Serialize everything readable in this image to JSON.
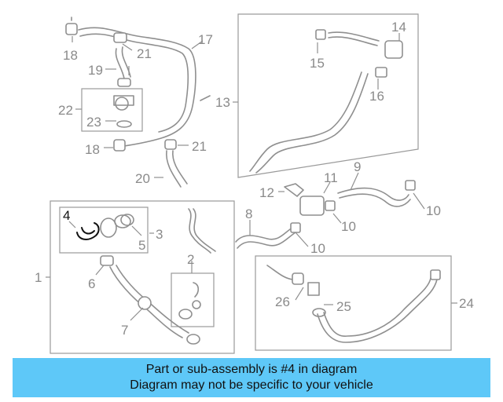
{
  "callouts": {
    "c1": "1",
    "c2": "2",
    "c3": "3",
    "c4": "4",
    "c5": "5",
    "c6": "6",
    "c7": "7",
    "c8": "8",
    "c9": "9",
    "c10a": "10",
    "c10b": "10",
    "c10c": "10",
    "c11": "11",
    "c12": "12",
    "c13": "13",
    "c14": "14",
    "c15": "15",
    "c16": "16",
    "c17": "17",
    "c18a": "18",
    "c18b": "18",
    "c19": "19",
    "c20": "20",
    "c21a": "21",
    "c21b": "21",
    "c22": "22",
    "c23": "23",
    "c24": "24",
    "c25": "25",
    "c26": "26"
  },
  "highlight": {
    "part_number": "4",
    "color": "#111111"
  },
  "banner": {
    "line1": "Part or sub-assembly is #4 in diagram",
    "line2": "Diagram may not be specific to your vehicle",
    "background": "#5ec8f8"
  }
}
